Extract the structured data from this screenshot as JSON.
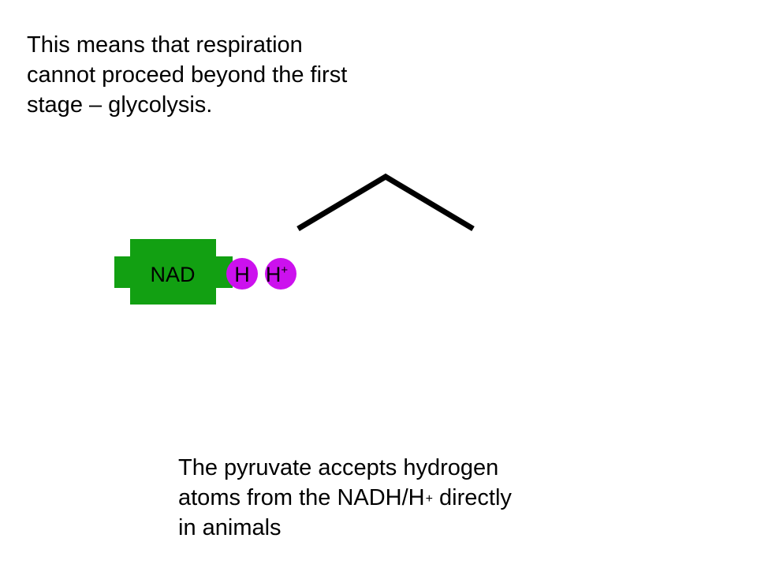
{
  "top_text": {
    "line1": "This means that respiration",
    "line2": "cannot proceed beyond the first",
    "line3": "stage – glycolysis."
  },
  "diagram": {
    "nad_label": "NAD",
    "h_label": "H",
    "h_plus_label": "H",
    "h_plus_sup": "+",
    "nad_color": "#12A012",
    "h_color": "#CC11EE"
  },
  "bottom_text": {
    "line1": "The pyruvate accepts hydrogen",
    "line2_part1": "atoms from the NADH/H",
    "line2_sup": "+",
    "line2_part2": " directly",
    "line3": "in animals"
  }
}
